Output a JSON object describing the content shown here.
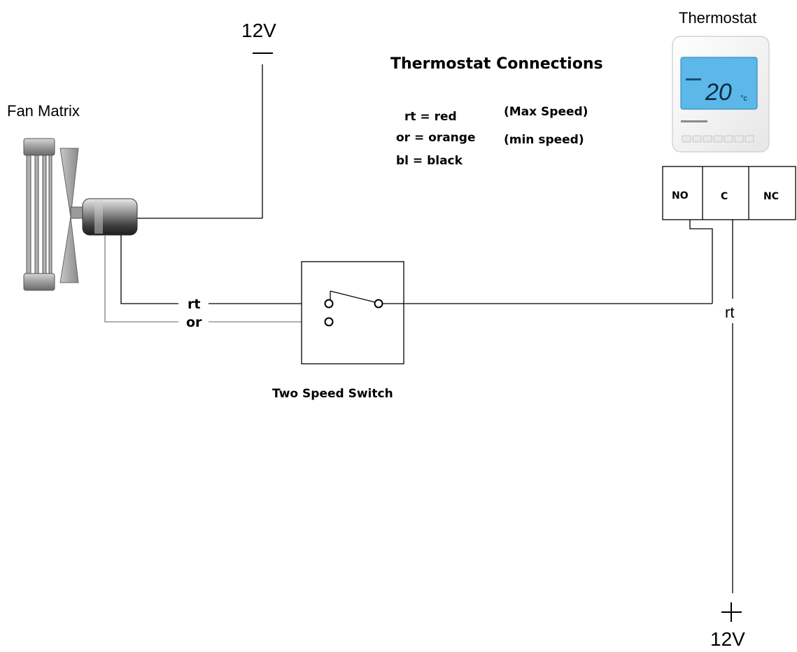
{
  "labels": {
    "top_voltage": "12V",
    "bottom_voltage": "12V",
    "fan_matrix": "Fan Matrix",
    "thermostat": "Thermostat",
    "connections_title": "Thermostat Connections",
    "switch_caption": "Two Speed Switch",
    "wire_rt": "rt",
    "wire_or": "or",
    "right_wire_rt": "rt"
  },
  "legend": {
    "items": [
      {
        "code": "rt = red",
        "note": "(Max Speed)"
      },
      {
        "code": "or = orange",
        "note": "(min speed)"
      },
      {
        "code": "bl = black",
        "note": ""
      }
    ]
  },
  "terminals": [
    "NO",
    "C",
    "NC"
  ],
  "thermostat_display": {
    "temperature": "20",
    "unit": "°c"
  },
  "colors": {
    "wire": "#000000",
    "wire_gray": "#808080",
    "display_bg": "#5bb8e8",
    "display_border": "#3a8cc0"
  }
}
